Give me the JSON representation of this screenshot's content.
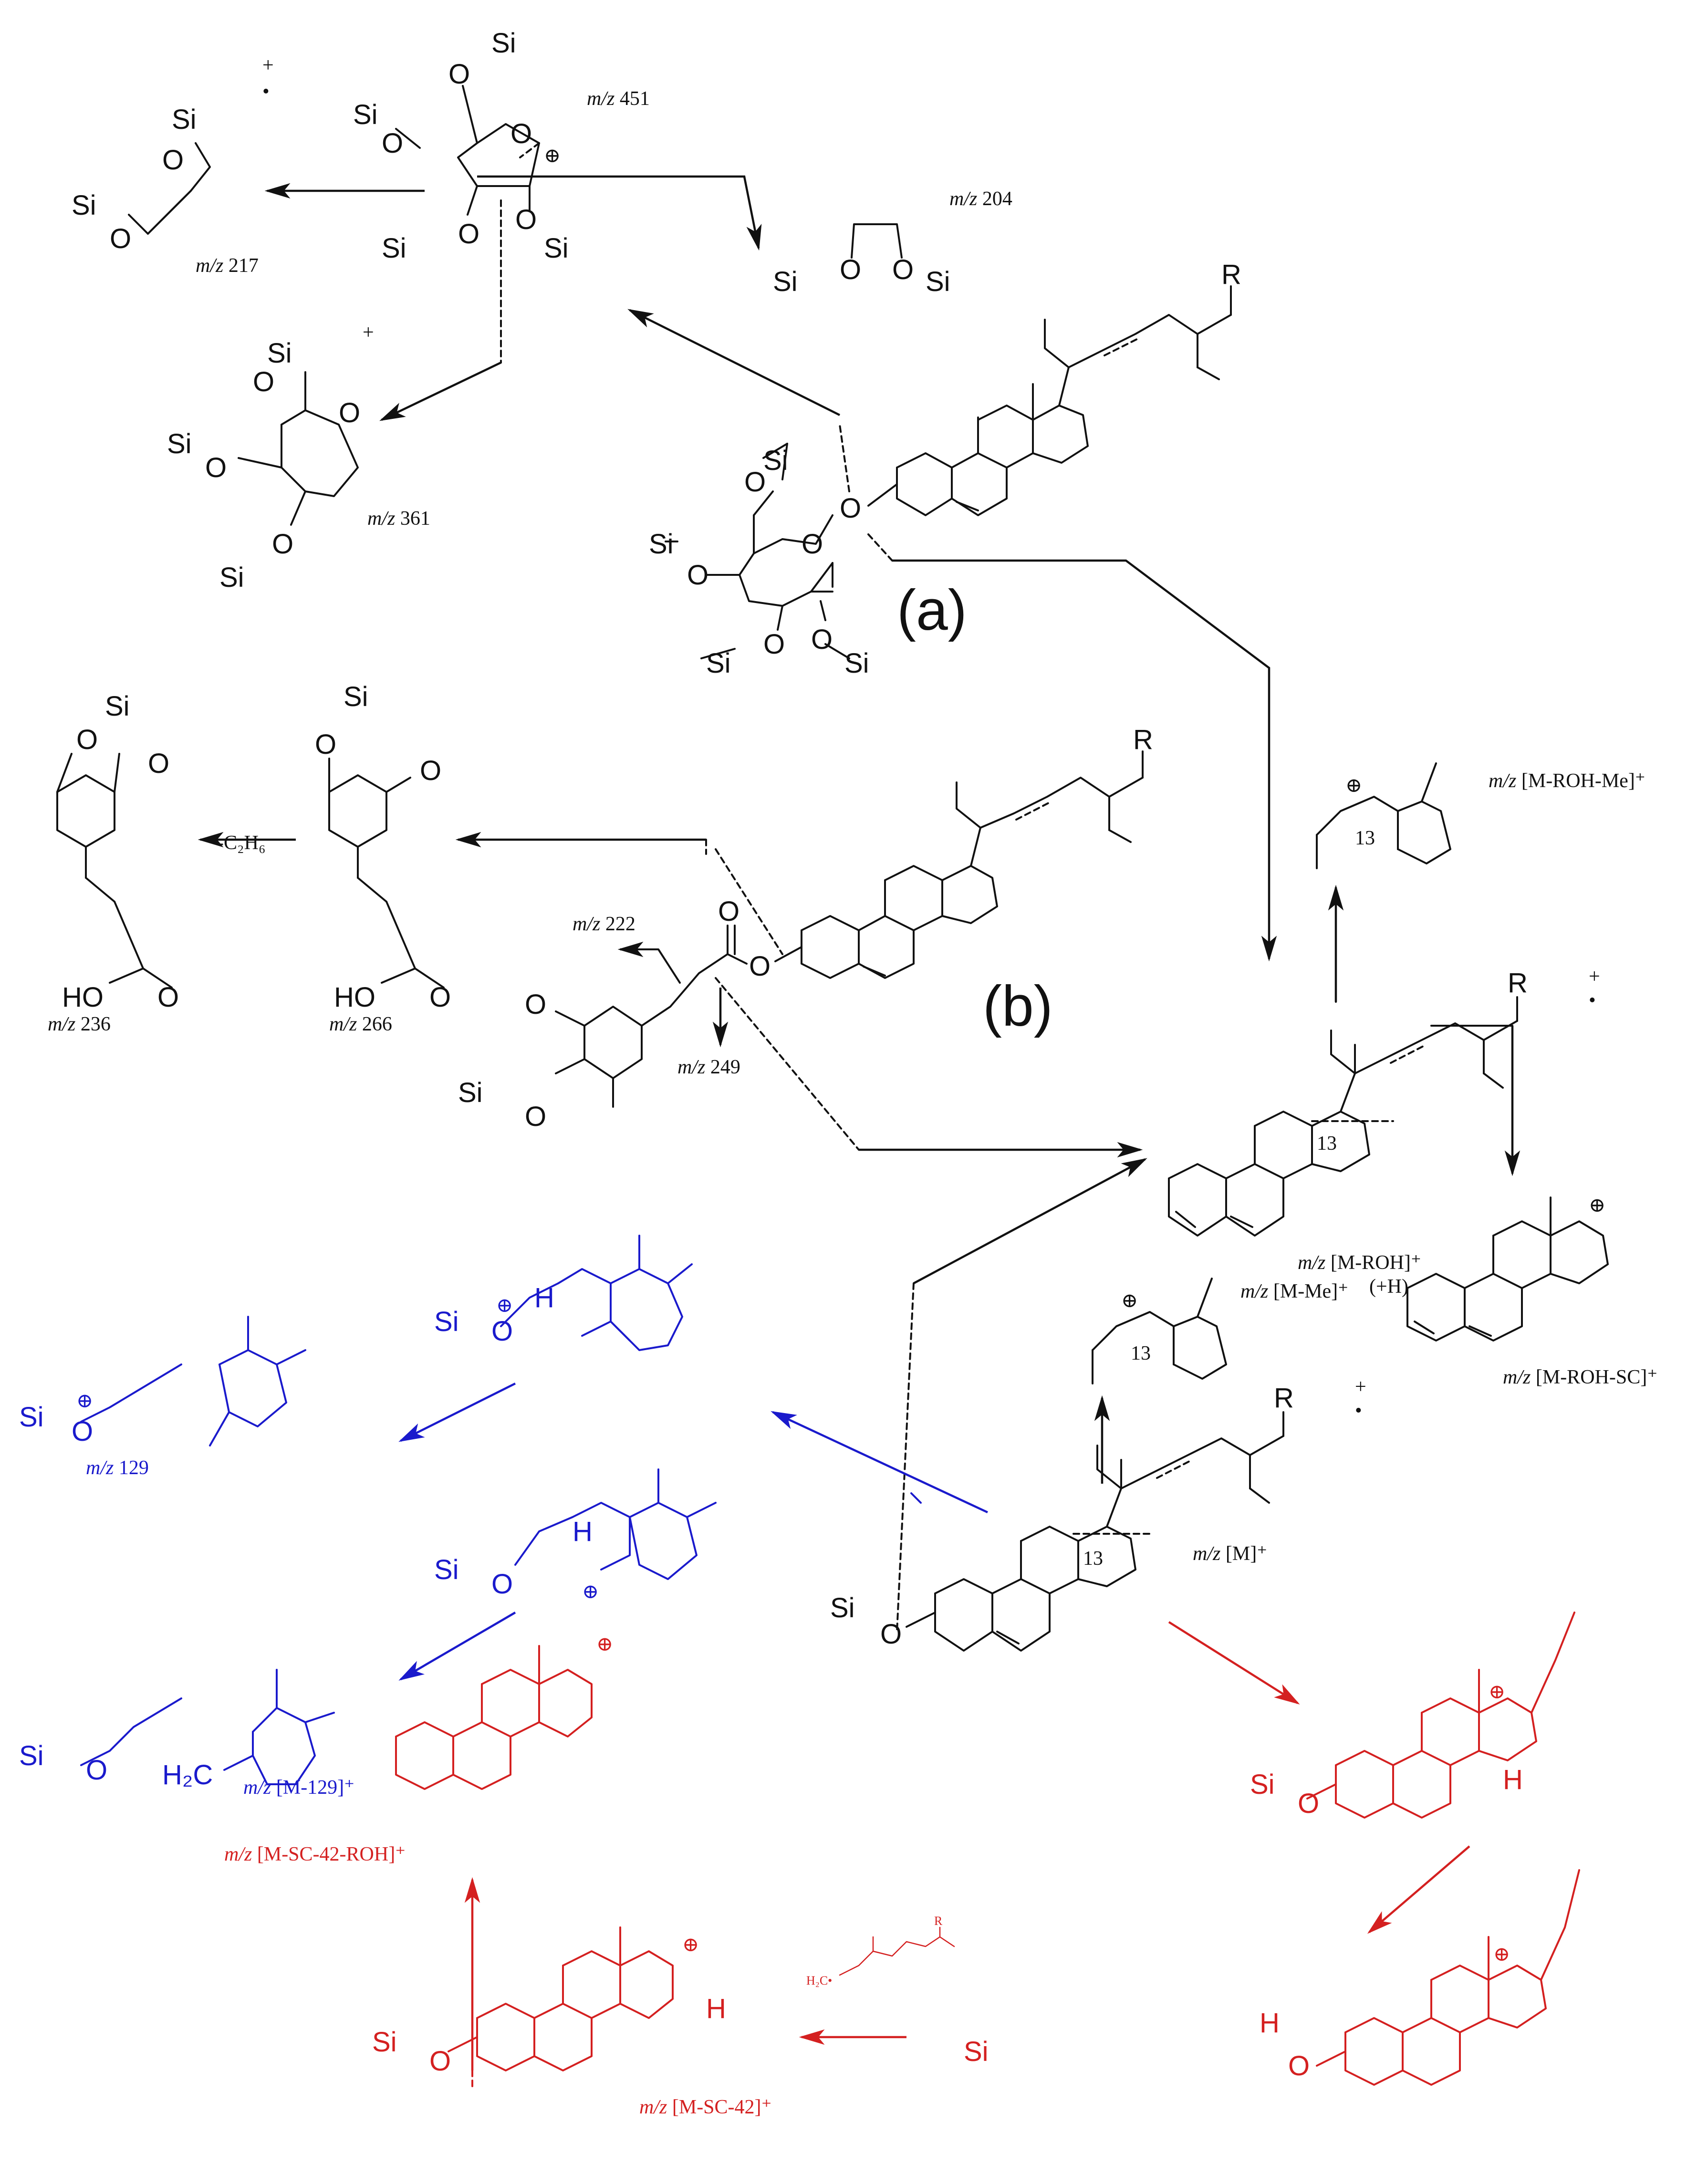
{
  "colors": {
    "black": "#111111",
    "blue": "#1a1acc",
    "red": "#d42020"
  },
  "panel_labels": {
    "a": "(a)",
    "b": "(b)"
  },
  "atoms": {
    "si": "Si",
    "o": "O",
    "h": "H",
    "r": "R",
    "ho": "HO",
    "h2c": "H₂C",
    "h2c_small": "H₂C•",
    "r_small": "R"
  },
  "charge": {
    "plus": "+",
    "radical": "•",
    "cation": "⊕"
  },
  "mz_prefix": "m/z",
  "labels": {
    "mz451": " 451",
    "mz204": " 204",
    "mz217": " 217",
    "mz361": " 361",
    "mz236": " 236",
    "mz266": " 266",
    "mz222": " 222",
    "mz249": " 249",
    "loss_c2h6": "-C₂H₆",
    "m_roh_me": " [M-ROH-Me]⁺",
    "m_roh": " [M-ROH]⁺",
    "m_roh_h": "(+H)",
    "m_roh_sc": " [M-ROH-SC]⁺",
    "m_me": " [M-Me]⁺",
    "m": " [M]⁺",
    "mz129": " 129",
    "m_129": " [M-129]⁺",
    "m_sc_42_roh": " [M-SC-42-ROH]⁺",
    "m_sc_42": " [M-SC-42]⁺",
    "c13": "13"
  }
}
